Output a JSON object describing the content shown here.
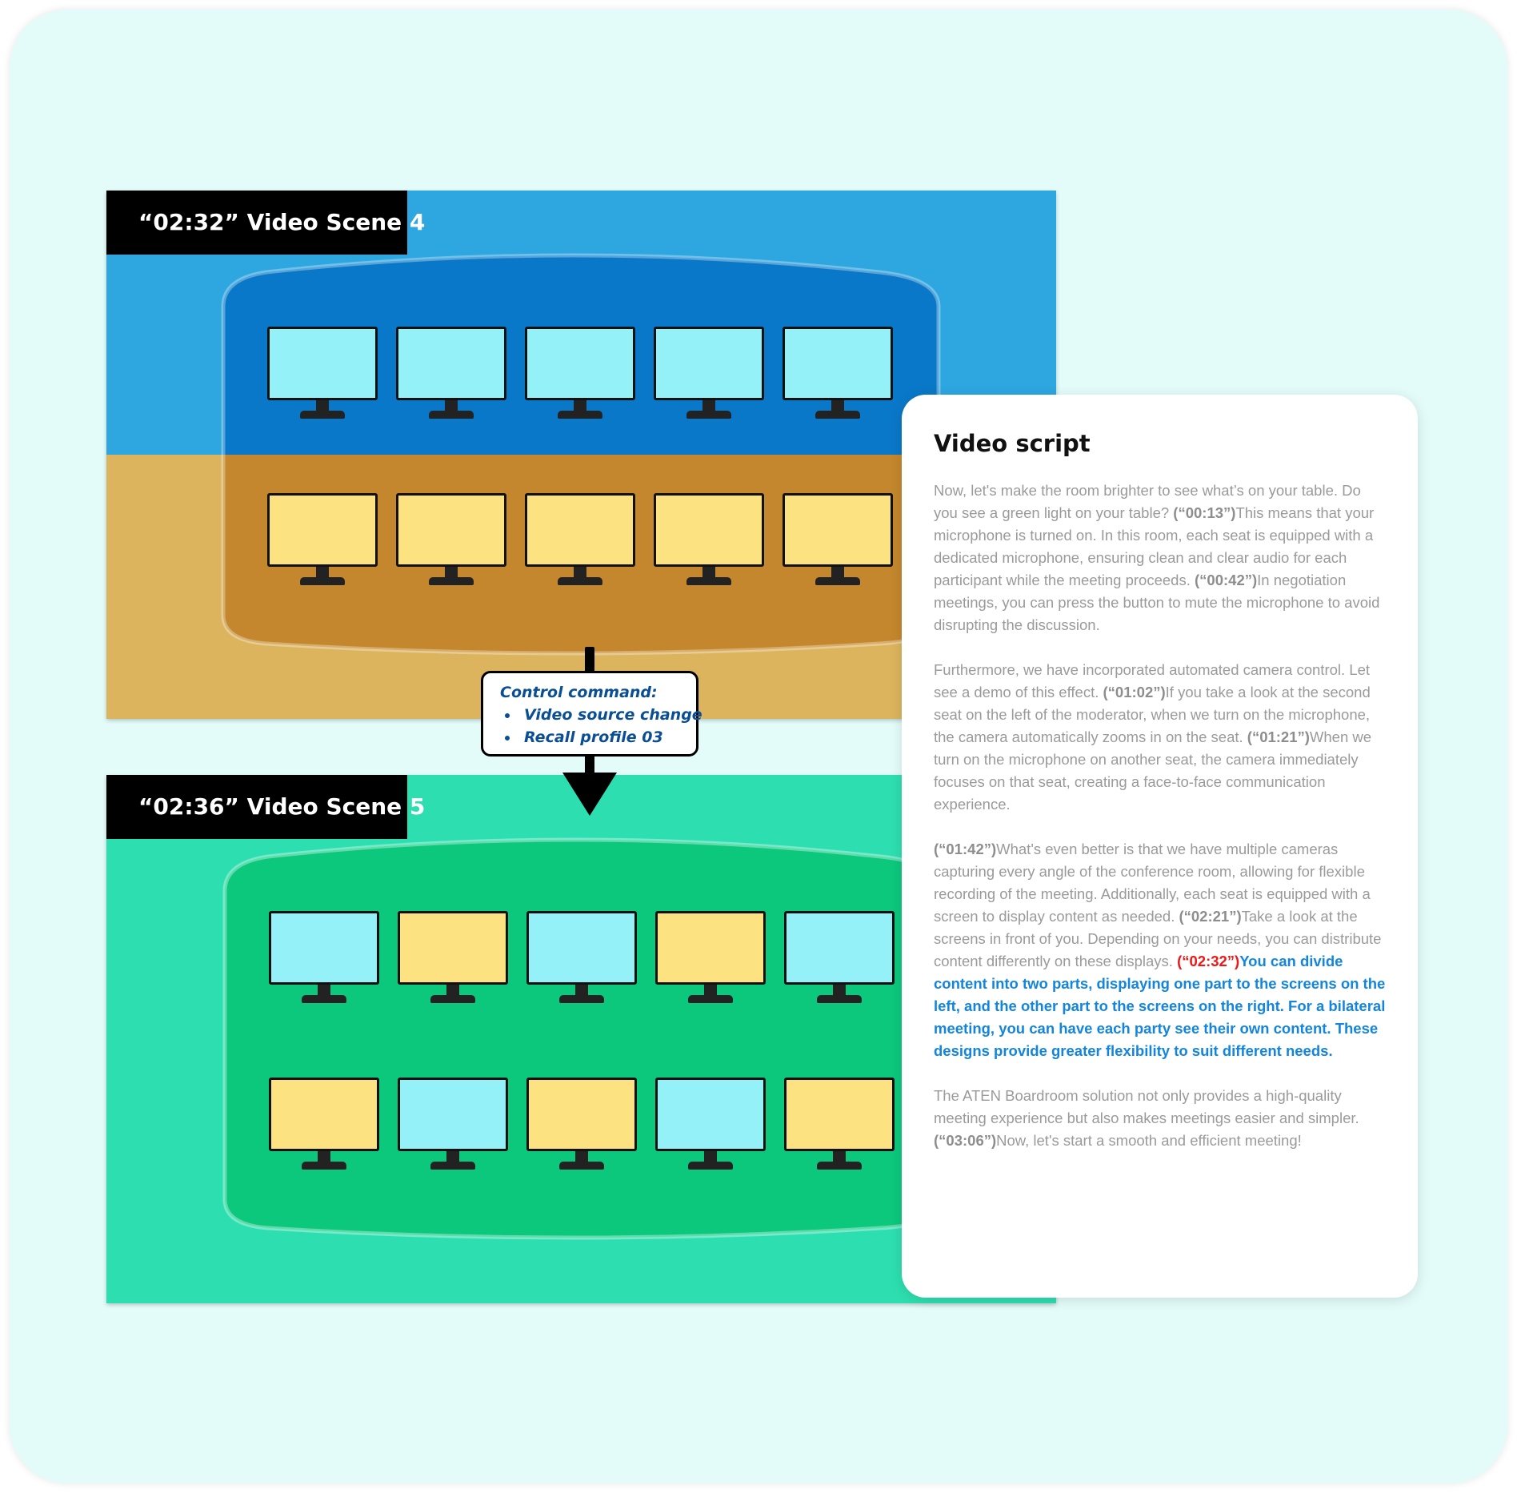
{
  "scene4": {
    "label": "“02:32” Video Scene 4",
    "monitors": {
      "top": [
        "blue",
        "blue",
        "blue",
        "blue",
        "blue"
      ],
      "bottom": [
        "yellow",
        "yellow",
        "yellow",
        "yellow",
        "yellow"
      ]
    },
    "colors": {
      "upper_bg": "#2ea6e0",
      "upper_table": "#0a78c8",
      "lower_bg": "#dcb45e",
      "lower_table": "#c4872d"
    }
  },
  "scene5": {
    "label": "“02:36” Video Scene 5",
    "monitors": {
      "top": [
        "blue",
        "yellow",
        "blue",
        "yellow",
        "blue"
      ],
      "bottom": [
        "yellow",
        "blue",
        "yellow",
        "blue",
        "yellow"
      ]
    },
    "colors": {
      "bg": "#2ddfb0",
      "table": "#0cc87d"
    }
  },
  "monitor_colors": {
    "blue": "#94f1f8",
    "yellow": "#fde282"
  },
  "control_command": {
    "title": "Control command:",
    "items": [
      "Video source change",
      "Recall profile 03"
    ]
  },
  "script_panel": {
    "title": "Video script",
    "p1": {
      "t1": "Now, let's make the room brighter to see what’s on your table. Do you see a green light on your table? ",
      "ts1": "(“00:13”)",
      "t2": "This means that your microphone is turned on. In this room, each seat is equipped with a dedicated microphone, ensuring clean and clear audio for each participant while the meeting proceeds. ",
      "ts2": "(“00:42”)",
      "t3": "In negotiation meetings, you can press the button to mute the microphone to avoid disrupting the discussion."
    },
    "p2": {
      "t1": "Furthermore, we have incorporated automated camera control. Let see a demo of this effect. ",
      "ts1": "(“01:02”)",
      "t2": "If you take a look at the second seat on the left of the moderator, when we turn on the microphone, the camera automatically zooms in on the seat. ",
      "ts2": "(“01:21”)",
      "t3": "When we turn on the microphone on another seat, the camera immediately focuses on that seat, creating a face-to-face communication experience."
    },
    "p3": {
      "ts1": "(“01:42”)",
      "t1": "What's even better is that we have multiple cameras capturing every angle of the conference room, allowing for flexible recording of the meeting. Additionally, each seat is equipped with a screen to display content as needed. ",
      "ts2": "(“02:21”)",
      "t2": "Take a look at the screens in front of you. Depending on your needs, you can distribute content differently on these displays. ",
      "ts3": "(“02:32”)",
      "hl": "You can divide content into two parts, displaying one part to the screens on the left, and the other part to the screens on the right. For a bilateral meeting, you can have each party see their own content. These designs provide greater flexibility to suit different needs."
    },
    "p4": {
      "t1": "The ATEN Boardroom solution not only provides a high-quality meeting experience but also makes meetings easier and simpler. ",
      "ts1": "(“03:06”)",
      "t2": "Now, let's start a smooth and efficient meeting!"
    },
    "colors": {
      "body_text": "#9a9a9a",
      "timestamp_red": "#f01616",
      "highlight_blue": "#1285e0"
    }
  }
}
